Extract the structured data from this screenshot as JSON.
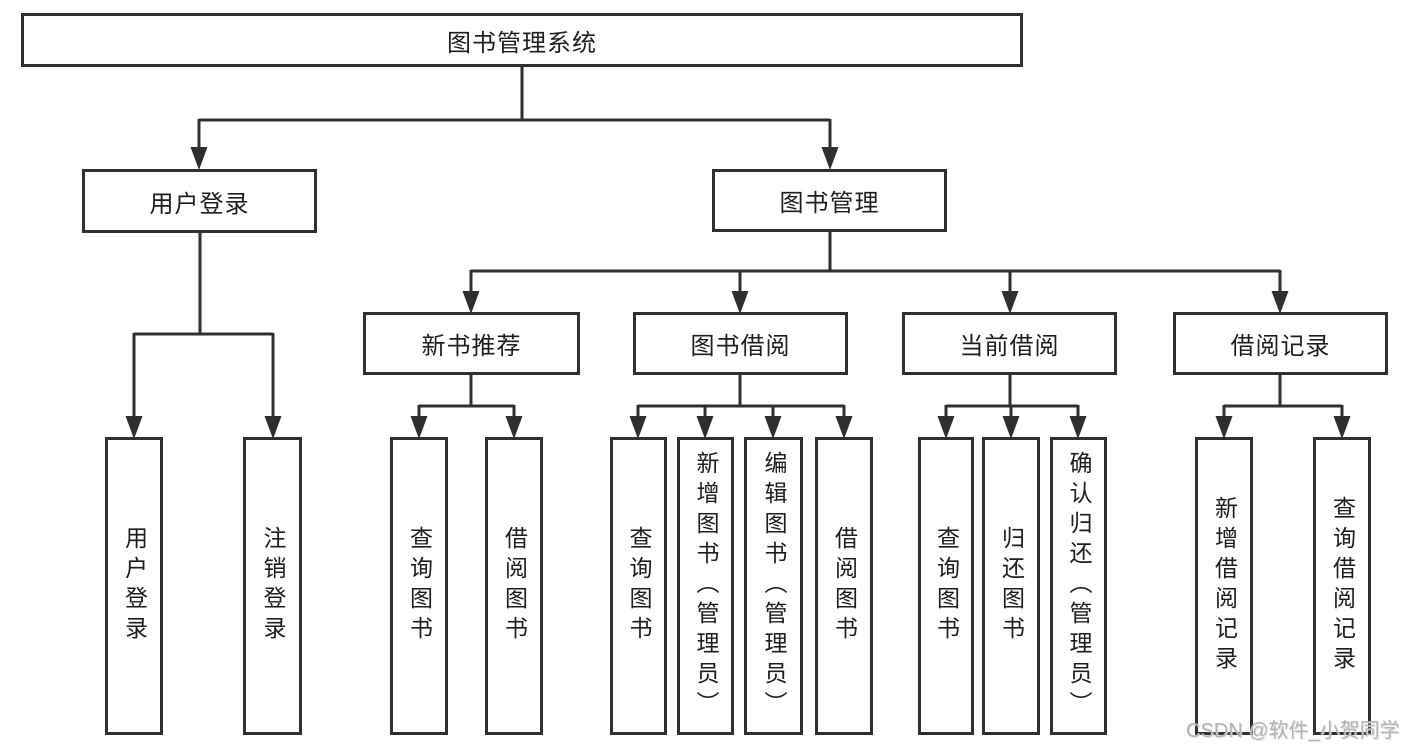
{
  "diagram": {
    "type": "hierarchy-tree",
    "title": "图书管理系统",
    "colors": {
      "line": "#2f2f2f",
      "text": "#1d1d1d",
      "watermark": "#b2b2b2",
      "background": "#ffffff"
    },
    "nodes": {
      "root": {
        "label": "图书管理系统"
      },
      "user_login": {
        "label": "用户登录"
      },
      "book_management": {
        "label": "图书管理"
      },
      "new_book_recommend": {
        "label": "新书推荐"
      },
      "book_borrow": {
        "label": "图书借阅"
      },
      "current_borrow": {
        "label": "当前借阅"
      },
      "borrow_records": {
        "label": "借阅记录"
      },
      "login_user_login": {
        "label": "用户登录"
      },
      "login_logout": {
        "label": "注销登录"
      },
      "recommend_query_books": {
        "label": "查询图书"
      },
      "recommend_borrow_books": {
        "label": "借阅图书"
      },
      "borrow_query_books": {
        "label": "查询图书"
      },
      "borrow_add_books_admin": {
        "label": "新增图书（管理员）"
      },
      "borrow_edit_books_admin": {
        "label": "编辑图书（管理员）"
      },
      "borrow_borrow_books": {
        "label": "借阅图书"
      },
      "current_query_books": {
        "label": "查询图书"
      },
      "current_return_books": {
        "label": "归还图书"
      },
      "current_confirm_return_admin": {
        "label": "确认归还（管理员）"
      },
      "records_add_record": {
        "label": "新增借阅记录"
      },
      "records_query_record": {
        "label": "查询借阅记录"
      }
    },
    "edges": [
      [
        "root",
        "user_login"
      ],
      [
        "root",
        "book_management"
      ],
      [
        "user_login",
        "login_user_login"
      ],
      [
        "user_login",
        "login_logout"
      ],
      [
        "book_management",
        "new_book_recommend"
      ],
      [
        "book_management",
        "book_borrow"
      ],
      [
        "book_management",
        "current_borrow"
      ],
      [
        "book_management",
        "borrow_records"
      ],
      [
        "new_book_recommend",
        "recommend_query_books"
      ],
      [
        "new_book_recommend",
        "recommend_borrow_books"
      ],
      [
        "book_borrow",
        "borrow_query_books"
      ],
      [
        "book_borrow",
        "borrow_add_books_admin"
      ],
      [
        "book_borrow",
        "borrow_edit_books_admin"
      ],
      [
        "book_borrow",
        "borrow_borrow_books"
      ],
      [
        "current_borrow",
        "current_query_books"
      ],
      [
        "current_borrow",
        "current_return_books"
      ],
      [
        "current_borrow",
        "current_confirm_return_admin"
      ],
      [
        "borrow_records",
        "records_add_record"
      ],
      [
        "borrow_records",
        "records_query_record"
      ]
    ],
    "watermark": "CSDN @软件_小贺同学"
  }
}
